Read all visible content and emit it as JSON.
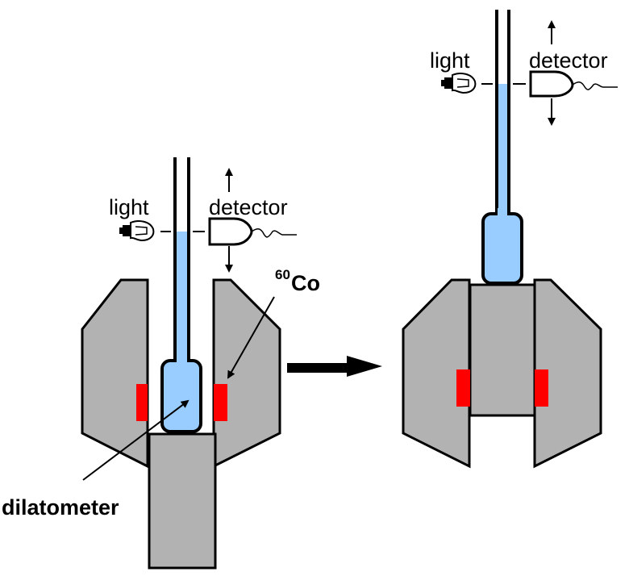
{
  "diagram": {
    "title": "Dilatometer irradiation setup",
    "colors": {
      "shield": "#b2b2b2",
      "source": "#ff0000",
      "liquid": "#99ccff",
      "outline": "#000000",
      "background": "#ffffff"
    },
    "left_panel": {
      "light_label": "light",
      "detector_label": "detector",
      "source_label": "Co",
      "source_superscript": "60",
      "dilatometer_label": "dilatometer",
      "state": "lowered into source"
    },
    "right_panel": {
      "light_label": "light",
      "detector_label": "detector",
      "state": "source raised"
    },
    "transition_arrow": "right-arrow",
    "icons": [
      "light-bulb-icon",
      "detector-icon",
      "up-arrow-icon",
      "down-arrow-icon"
    ]
  }
}
